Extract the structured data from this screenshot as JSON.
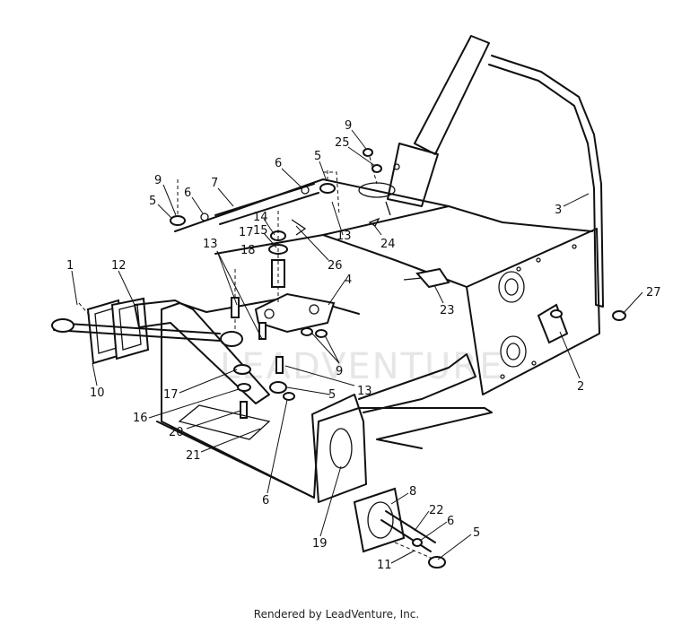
{
  "watermark": "LEADVENTURE",
  "footer": "Rendered by LeadVenture, Inc.",
  "callouts": [
    {
      "id": "c1",
      "label": "1"
    },
    {
      "id": "c12",
      "label": "12"
    },
    {
      "id": "c10",
      "label": "10"
    },
    {
      "id": "c9a",
      "label": "9"
    },
    {
      "id": "c5a",
      "label": "5"
    },
    {
      "id": "c6a",
      "label": "6"
    },
    {
      "id": "c7",
      "label": "7"
    },
    {
      "id": "c6b",
      "label": "6"
    },
    {
      "id": "c5b",
      "label": "5"
    },
    {
      "id": "c9b",
      "label": "9"
    },
    {
      "id": "c25",
      "label": "25"
    },
    {
      "id": "c3",
      "label": "3"
    },
    {
      "id": "c13a",
      "label": "13"
    },
    {
      "id": "c14",
      "label": "14"
    },
    {
      "id": "c15",
      "label": "15"
    },
    {
      "id": "c17a",
      "label": "17"
    },
    {
      "id": "c18",
      "label": "18"
    },
    {
      "id": "c13b",
      "label": "13"
    },
    {
      "id": "c24",
      "label": "24"
    },
    {
      "id": "c26",
      "label": "26"
    },
    {
      "id": "c4",
      "label": "4"
    },
    {
      "id": "c23",
      "label": "23"
    },
    {
      "id": "c27",
      "label": "27"
    },
    {
      "id": "c2",
      "label": "2"
    },
    {
      "id": "c9c",
      "label": "9"
    },
    {
      "id": "c13c",
      "label": "13"
    },
    {
      "id": "c5c",
      "label": "5"
    },
    {
      "id": "c17b",
      "label": "17"
    },
    {
      "id": "c16",
      "label": "16"
    },
    {
      "id": "c20",
      "label": "20"
    },
    {
      "id": "c21",
      "label": "21"
    },
    {
      "id": "c6c",
      "label": "6"
    },
    {
      "id": "c19",
      "label": "19"
    },
    {
      "id": "c8",
      "label": "8"
    },
    {
      "id": "c22",
      "label": "22"
    },
    {
      "id": "c6d",
      "label": "6"
    },
    {
      "id": "c5d",
      "label": "5"
    },
    {
      "id": "c11",
      "label": "11"
    }
  ]
}
